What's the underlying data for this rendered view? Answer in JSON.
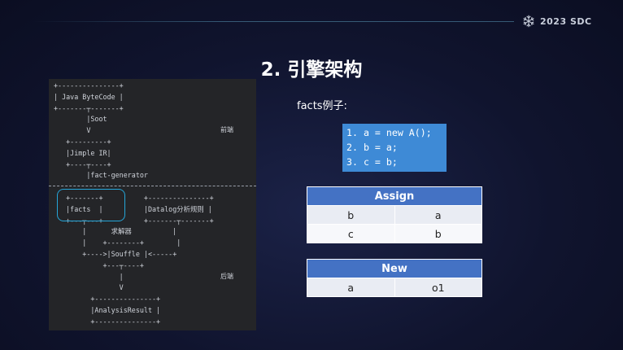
{
  "header": {
    "brand": "2023 SDC",
    "brand_icon": "snowflake-icon"
  },
  "slide": {
    "title": "2. 引擎架构",
    "facts_label": "facts例子:"
  },
  "diagram": {
    "lines": [
      "+---------------+",
      "| Java ByteCode |",
      "+-------┬-------+",
      "        |Soot",
      "        V",
      "   +---------+",
      "   |Jimple IR|",
      "   +----┬----+",
      "        |fact-generator",
      "",
      "   +-------+          +---------------+",
      "   |facts  |          |Datalog分析规则 |",
      "   +---┬---+          +-------┬-------+",
      "       |      求解器          |",
      "       |    +--------+        |",
      "       +---->|Souffle |<-----+",
      "            +---┬----+",
      "                |",
      "                V",
      "         +---------------+",
      "         |AnalysisResult |",
      "         +---------------+"
    ],
    "label_front": "前端",
    "label_back": "后端"
  },
  "code_example": {
    "lines": [
      "1. a = new A();",
      "2. b = a;",
      "3. c = b;"
    ]
  },
  "assign_table": {
    "header": "Assign",
    "rows": [
      [
        "b",
        "a"
      ],
      [
        "c",
        "b"
      ]
    ]
  },
  "new_table": {
    "header": "New",
    "rows": [
      [
        "a",
        "o1"
      ]
    ]
  }
}
